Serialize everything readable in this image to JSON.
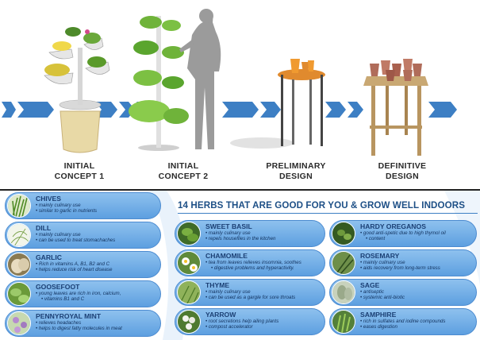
{
  "concepts": [
    {
      "line1": "INITIAL",
      "line2": "CONCEPT 1"
    },
    {
      "line1": "INITIAL",
      "line2": "CONCEPT 2"
    },
    {
      "line1": "PRELIMINARY",
      "line2": "DESIGN"
    },
    {
      "line1": "DEFINITIVE",
      "line2": "DESIGN"
    }
  ],
  "title": "14 HERBS THAT ARE GOOD FOR YOU & GROW WELL INDOORS",
  "colors": {
    "accent_blue": "#3d7fc4",
    "title_blue": "#1d4f86",
    "pill_light": "#8ec1ee",
    "pill_dark": "#5d9fe0",
    "leaf_green": "#5a9a2a"
  },
  "herbs_left": [
    {
      "name": "CHIVES",
      "notes": [
        "mainly culinary use",
        "similar to garlic in nutrients"
      ],
      "icon": "chives-photo"
    },
    {
      "name": "DILL",
      "notes": [
        "mainly culinary use",
        "can be used to treat stomachaches"
      ],
      "icon": "dill-photo"
    },
    {
      "name": "GARLIC",
      "notes": [
        "Rich in vitamins A, B1, B2 and C",
        "helps reduce risk of heart disease"
      ],
      "icon": "garlic-photo"
    },
    {
      "name": "GOOSEFOOT",
      "notes": [
        "young leaves are rich in iron, calcium,",
        "vitamins B1 and C"
      ],
      "icon": "goosefoot-photo"
    },
    {
      "name": "PENNYROYAL MINT",
      "notes": [
        "relieves headaches",
        "helps to digest fatty molecules in meat"
      ],
      "icon": "pennyroyal-photo"
    }
  ],
  "herbs_mid": [
    {
      "name": "SWEET BASIL",
      "notes": [
        "mainly culinary use",
        "repels houseflies in the kitchen"
      ],
      "icon": "basil-photo"
    },
    {
      "name": "CHAMOMILE",
      "notes": [
        "tea from leaves relieves insomnia, soothes",
        "digestive problems and hyperactivity."
      ],
      "icon": "chamomile-photo"
    },
    {
      "name": "THYME",
      "notes": [
        "mainly culinary use",
        "can be used as a gargle for sore throats"
      ],
      "icon": "thyme-photo"
    },
    {
      "name": "YARROW",
      "notes": [
        "root secretions help ailing plants",
        "compost accelerator"
      ],
      "icon": "yarrow-photo"
    }
  ],
  "herbs_right": [
    {
      "name": "HARDY OREGANOS",
      "notes": [
        "good anti-spetic due to high thymol oil",
        "content"
      ],
      "icon": "oregano-photo"
    },
    {
      "name": "ROSEMARY",
      "notes": [
        "mainly culinary use",
        "aids recovery from long-term stress"
      ],
      "icon": "rosemary-photo"
    },
    {
      "name": "SAGE",
      "notes": [
        "antiseptic",
        "systemic anti-biotic"
      ],
      "icon": "sage-photo"
    },
    {
      "name": "SAMPHIRE",
      "notes": [
        "rich in sulfates and iodine compounds",
        "eases digestion"
      ],
      "icon": "samphire-photo"
    }
  ]
}
